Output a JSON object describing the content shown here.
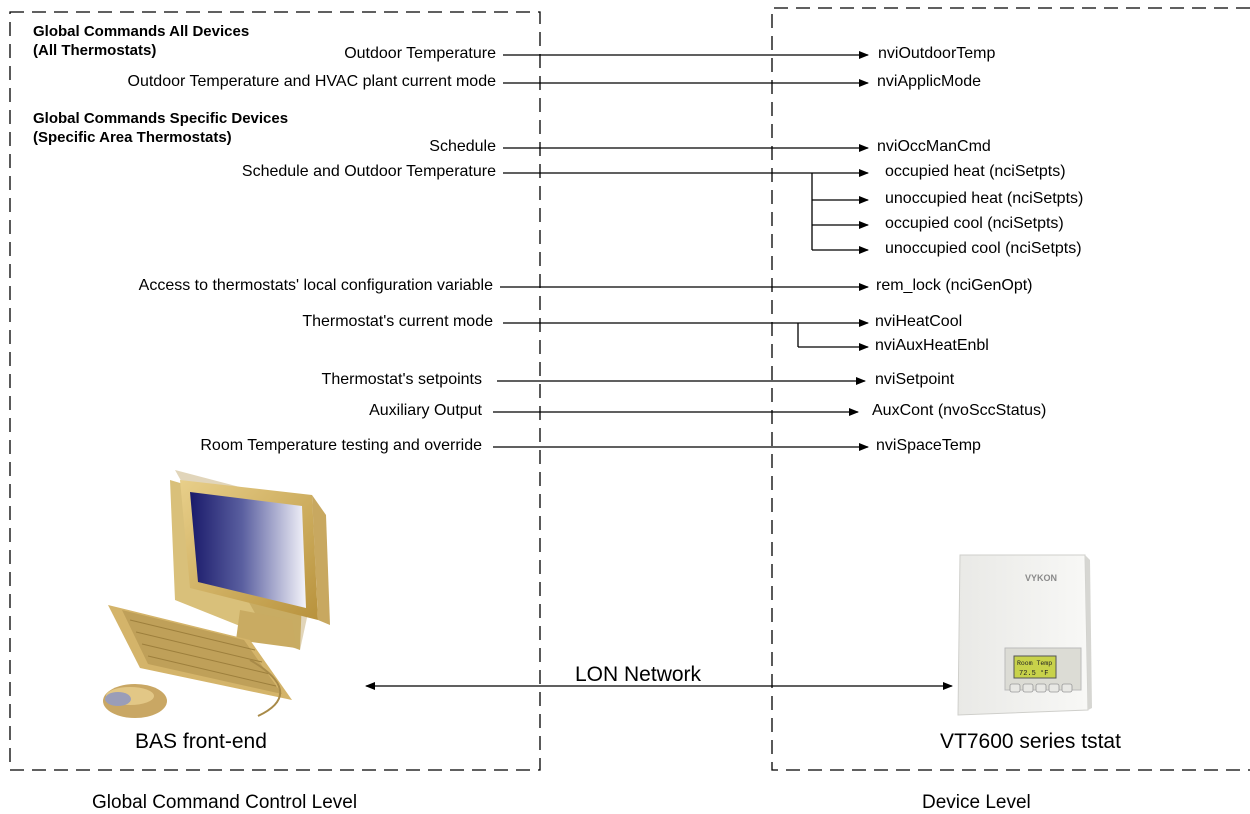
{
  "left_panel": {
    "header_all_line1": "Global Commands All Devices",
    "header_all_line2": "(All Thermostats)",
    "header_specific_line1": "Global Commands Specific Devices",
    "header_specific_line2": "(Specific Area Thermostats)",
    "device_label": "BAS front-end",
    "level_label": "Global Command Control Level"
  },
  "right_panel": {
    "device_label": "VT7600 series tstat",
    "level_label": "Device Level",
    "brand": "VYKON",
    "display_line1": "Room Temp",
    "display_line2": "72.5 °F"
  },
  "network_label": "LON Network",
  "commands": [
    {
      "source": "Outdoor Temperature",
      "targets": [
        "nviOutdoorTemp"
      ]
    },
    {
      "source": "Outdoor Temperature and HVAC plant current mode",
      "targets": [
        "nviApplicMode"
      ]
    },
    {
      "source": "Schedule",
      "targets": [
        "nviOccManCmd"
      ]
    },
    {
      "source": "Schedule and Outdoor Temperature",
      "targets": [
        "occupied heat (nciSetpts)",
        "unoccupied heat (nciSetpts)",
        "occupied cool (nciSetpts)",
        "unoccupied cool (nciSetpts)"
      ]
    },
    {
      "source": "Access to thermostats' local configuration variable",
      "targets": [
        "rem_lock (nciGenOpt)"
      ]
    },
    {
      "source": "Thermostat's current mode",
      "targets": [
        "nviHeatCool",
        "nviAuxHeatEnbl"
      ]
    },
    {
      "source": "Thermostat's setpoints",
      "targets": [
        "nviSetpoint"
      ]
    },
    {
      "source": "Auxiliary Output",
      "targets": [
        "AuxCont (nvoSccStatus)"
      ]
    },
    {
      "source": "Room Temperature testing and override",
      "targets": [
        "nviSpaceTemp"
      ]
    }
  ]
}
